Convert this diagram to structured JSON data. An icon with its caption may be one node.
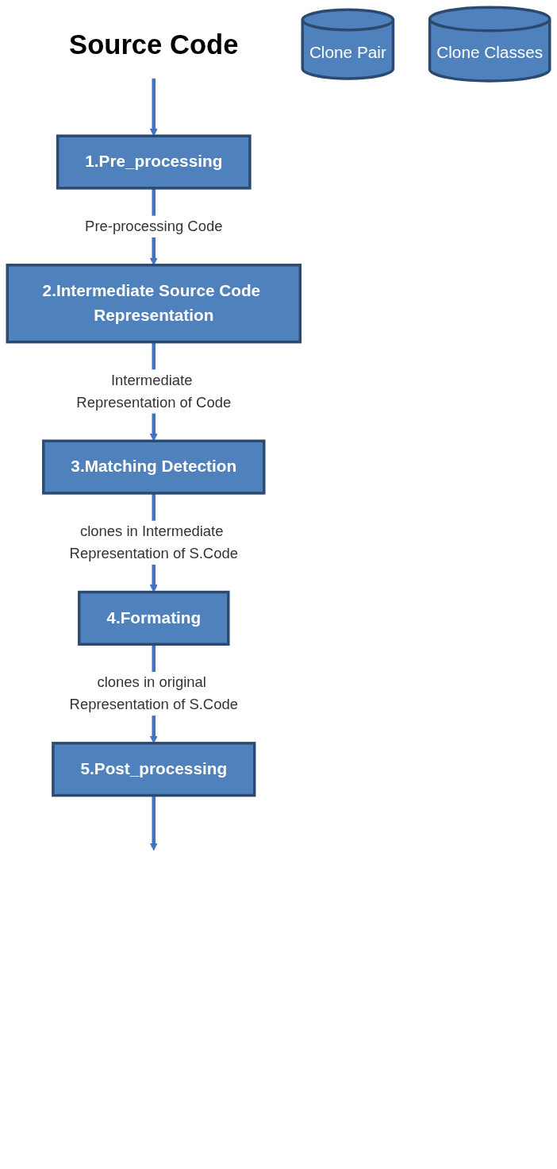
{
  "diagram": {
    "nodes": [
      {
        "text": [
          "Source Code"
        ]
      },
      {
        "text": [
          "1.Pre_processing"
        ]
      },
      {
        "text": [
          "2.Intermediate Source Code Representation"
        ]
      },
      {
        "text": [
          "3.Matching Detection"
        ]
      },
      {
        "text": [
          "4.Formating"
        ]
      },
      {
        "text": [
          "5.Post_processing"
        ]
      },
      {
        "text": [
          "Clone Pair"
        ]
      },
      {
        "text": [
          "Clone Classes"
        ]
      }
    ],
    "edges": [
      {
        "from": 0,
        "to": 1,
        "arrow": "to"
      },
      {
        "from": 1,
        "to": 2,
        "arrow": "to",
        "label": "Pre-processing Code"
      },
      {
        "from": 2,
        "to": 3,
        "arrow": "to",
        "label": "Intermediate Representation of Code"
      },
      {
        "from": 3,
        "to": 4,
        "arrow": "to",
        "label": "clones in Intermediate Representation of S.Code"
      },
      {
        "from": 4,
        "to": 5,
        "arrow": "to",
        "label": "clones in original Representation of S.Code"
      },
      {
        "from": 5,
        "to": null,
        "arrow": "to"
      }
    ]
  }
}
